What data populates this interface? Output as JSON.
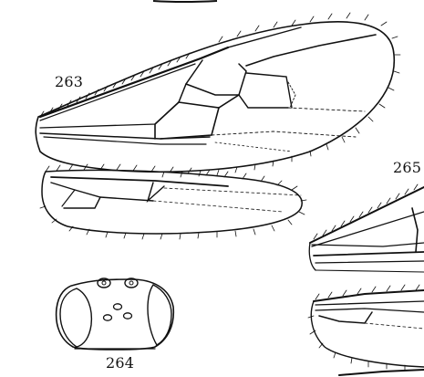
{
  "figure": {
    "ink_color": "#111111",
    "paper_color": "#ffffff",
    "labels": {
      "fig263": "263",
      "fig264": "264",
      "fig265": "265"
    }
  }
}
